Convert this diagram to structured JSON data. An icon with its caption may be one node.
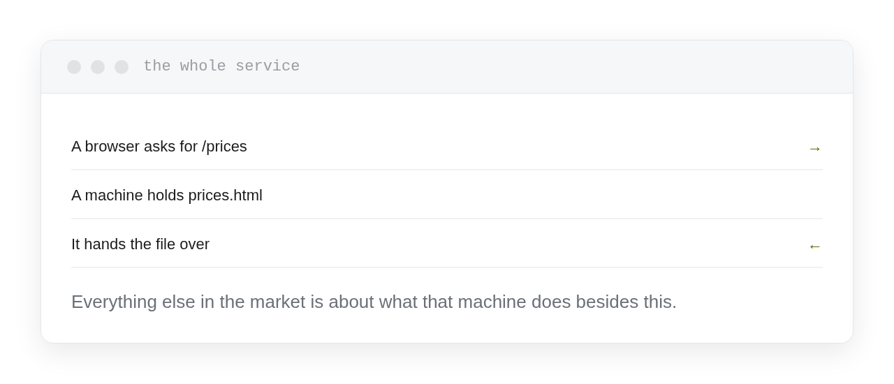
{
  "diagram": {
    "title": "the whole service",
    "labels": [
      "A browser asks for /prices",
      "→",
      "A machine holds prices.html",
      "It hands the file over",
      "←"
    ],
    "caption": "Everything else in the market is about what that machine does besides this."
  }
}
